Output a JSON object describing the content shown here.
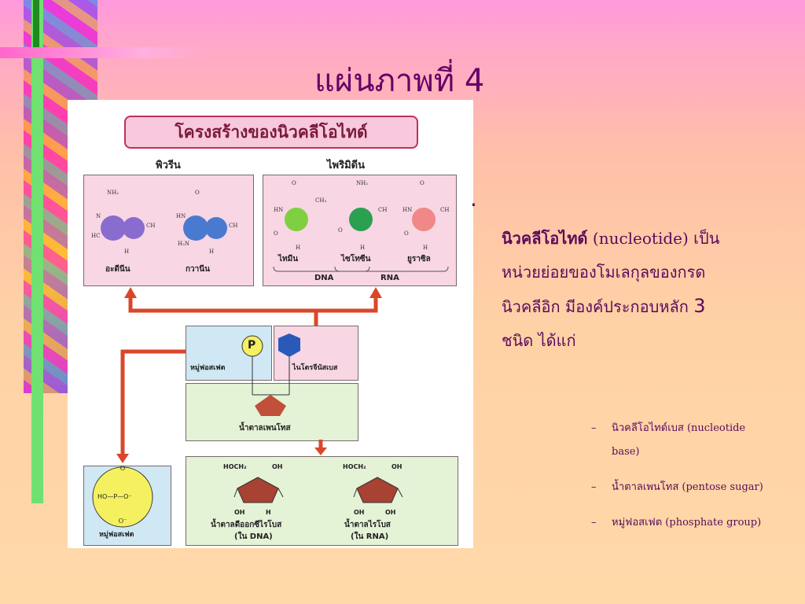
{
  "slide": {
    "title": "แผ่นภาพที่ 4"
  },
  "diagram": {
    "title": "โครงสร้างของนิวคลีโอไทด์",
    "purine_heading": "พิวรีน",
    "pyrimidine_heading": "ไพริมิดีน",
    "purines": [
      "อะดีนีน",
      "กวานีน"
    ],
    "pyrimidines": [
      "ไทมีน",
      "ไซโทซีน",
      "ยูราซิล"
    ],
    "dna_label": "DNA",
    "rna_label": "RNA",
    "phosphate_label": "หมู่ฟอสเฟต",
    "phosphate_symbol": "P",
    "nucleobase_label": "ไนโตรจีนัสเบส",
    "sugar_label": "น้ำตาลเพนโทส",
    "phosgroup_label": "หมู่ฟอสเฟต",
    "deoxyribose_label": "น้ำตาลดีออกซีไรโบส",
    "deoxyribose_sub": "(ใน DNA)",
    "ribose_label": "น้ำตาลไรโบส",
    "ribose_sub": "(ใน RNA)",
    "hoch2": "HOCH₂",
    "oh": "OH",
    "h": "H",
    "phos_formula": "HO—P—O⁻"
  },
  "body": {
    "term": "นิวคลีโอไทด์",
    "term_en": " (nucleotide) เป็น",
    "line2": "หน่วยย่อยของโมเลกุลของกรด",
    "line3_a": "นิวคลีอิก มีองค์ประกอบหลัก ",
    "line3_num": "3",
    "line4": "ชนิด ได้แก่",
    "dash": "–",
    "sub1_a": "นิวคลีโอไทด์เบส (nucleotide",
    "sub1_b": "base)",
    "sub2": "น้ำตาลเพนโทส (pentose sugar)",
    "sub3": "หมู่ฟอสเฟต (phosphate group)"
  },
  "colors": {
    "title": "#660066",
    "arrow": "#d9472b",
    "adenine": "#8a6ccf",
    "guanine": "#4a7ad0",
    "thymine": "#7fd040",
    "cytosine": "#2aa050",
    "uracil": "#f08888",
    "hexagon": "#2a5ab8",
    "pentagon": "#c0503a"
  }
}
